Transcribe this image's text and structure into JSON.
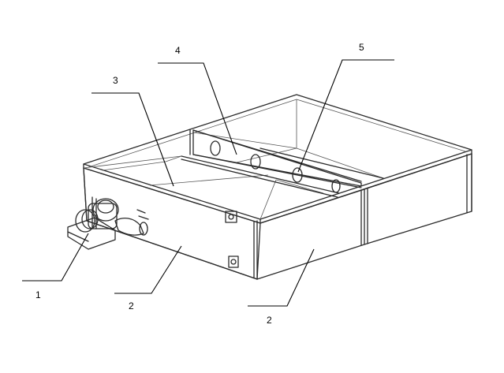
{
  "callouts": [
    {
      "id": "1",
      "text": "1"
    },
    {
      "id": "2a",
      "text": "2"
    },
    {
      "id": "2b",
      "text": "2"
    },
    {
      "id": "3",
      "text": "3"
    },
    {
      "id": "4",
      "text": "4"
    },
    {
      "id": "5",
      "text": "5"
    }
  ]
}
